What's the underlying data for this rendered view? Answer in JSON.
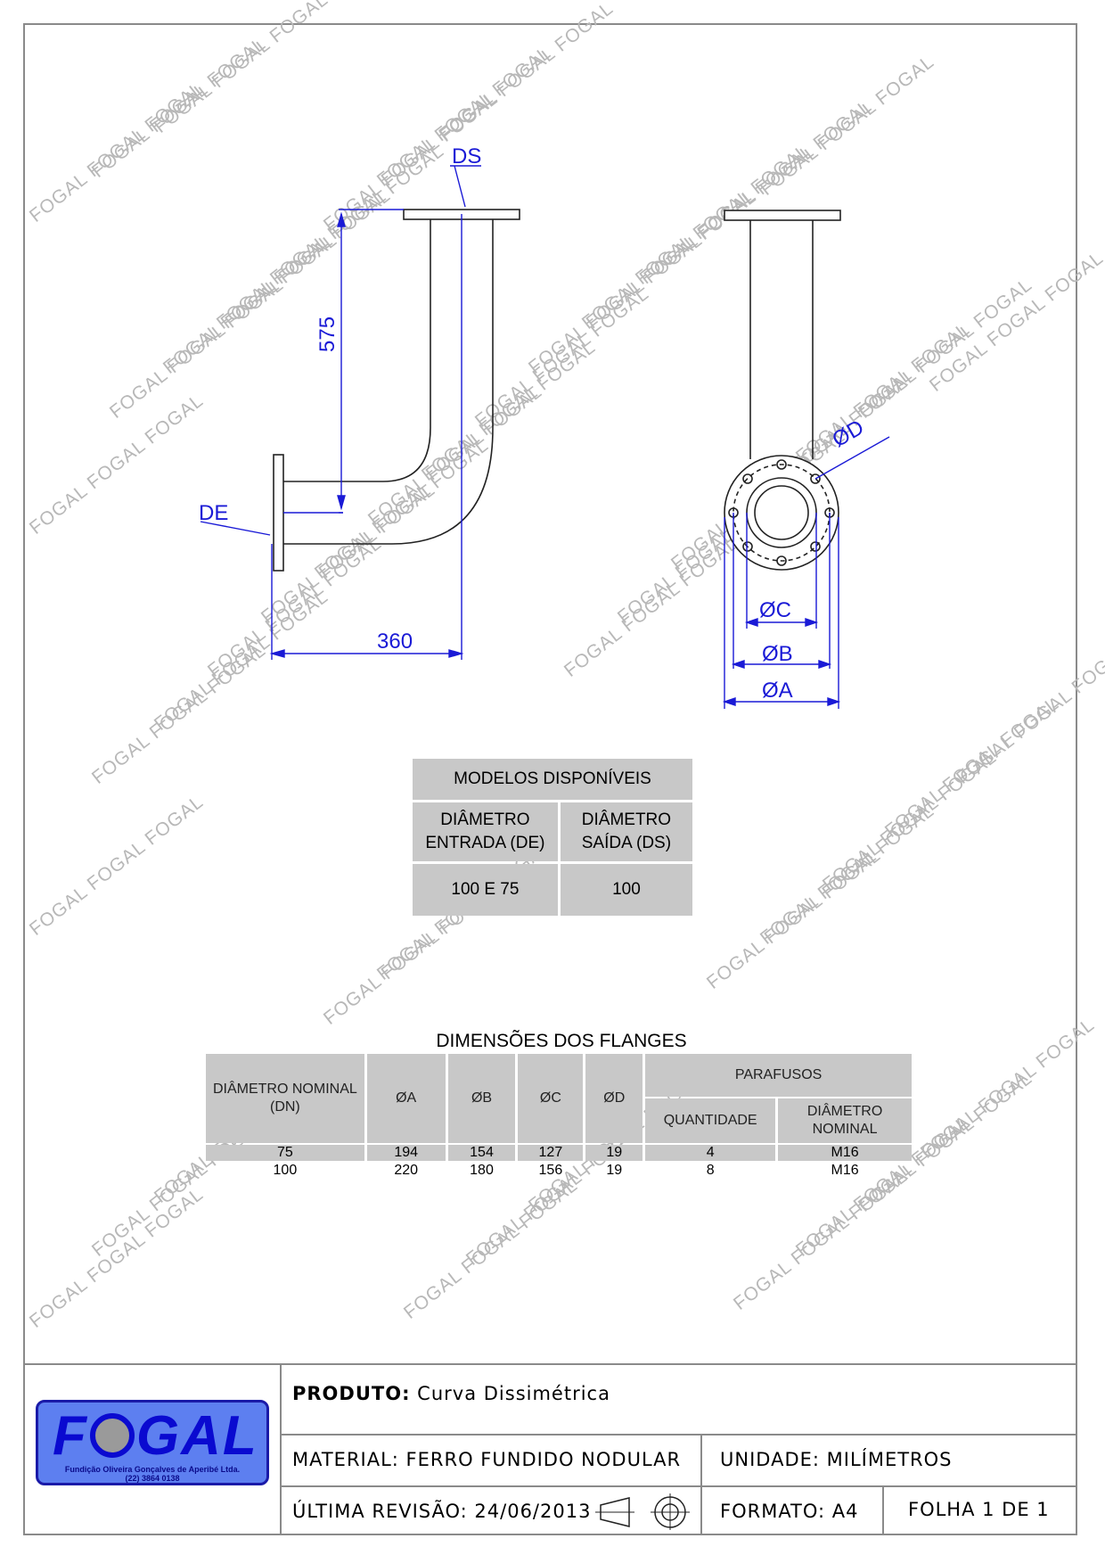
{
  "watermark": "FOGAL",
  "drawing": {
    "label_ds": "DS",
    "label_de": "DE",
    "dim_height": "575",
    "dim_width": "360",
    "label_od": "ØD",
    "label_oc": "ØC",
    "label_ob": "ØB",
    "label_oa": "ØA",
    "line_color": "#1a1ad6"
  },
  "models_table": {
    "title": "MODELOS DISPONÍVEIS",
    "col1": "DIÂMETRO ENTRADA (DE)",
    "col2": "DIÂMETRO SAÍDA (DS)",
    "val1": "100 E 75",
    "val2": "100"
  },
  "flanges_table": {
    "title": "DIMENSÕES DOS FLANGES",
    "headers": {
      "dn": "DIÂMETRO NOMINAL (DN)",
      "a": "ØA",
      "b": "ØB",
      "c": "ØC",
      "d": "ØD",
      "parafusos": "PARAFUSOS",
      "quantidade": "QUANTIDADE",
      "diametro_nominal": "DIÂMETRO NOMINAL"
    },
    "rows": [
      {
        "dn": "75",
        "a": "194",
        "b": "154",
        "c": "127",
        "d": "19",
        "qtd": "4",
        "diam": "M16"
      },
      {
        "dn": "100",
        "a": "220",
        "b": "180",
        "c": "156",
        "d": "19",
        "qtd": "8",
        "diam": "M16"
      }
    ]
  },
  "title_block": {
    "produto_label": "PRODUTO:",
    "produto_value": "Curva Dissimétrica",
    "material": "MATERIAL: FERRO FUNDIDO NODULAR",
    "unidade": "UNIDADE: MILÍMETROS",
    "revisao": "ÚLTIMA REVISÃO: 24/06/2013",
    "formato": "FORMATO: A4",
    "folha": "FOLHA 1 DE 1"
  },
  "logo": {
    "word_left": "F",
    "word_right": "GAL",
    "sub1": "Fundição Oliveira Gonçalves de Aperibé Ltda.",
    "sub2": "(22) 3864 0138",
    "bg_color": "#5d7ff0"
  }
}
